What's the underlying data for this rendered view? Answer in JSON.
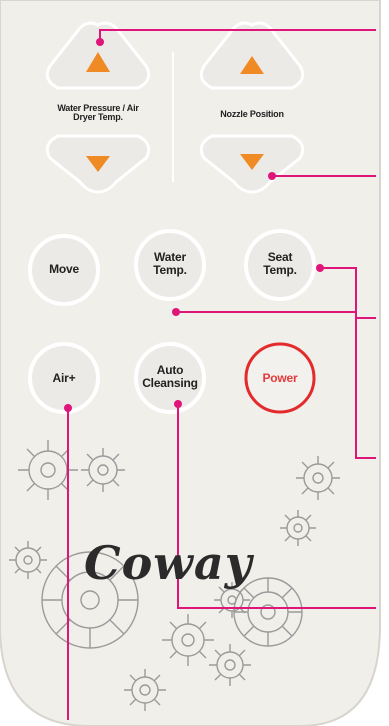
{
  "remote": {
    "water_pressure_label": "Water Pressure / Air Dryer Temp.",
    "nozzle_position_label": "Nozzle Position",
    "buttons": {
      "move": "Move",
      "water_temp": "Water Temp.",
      "seat_temp": "Seat Temp.",
      "air_plus": "Air+",
      "auto_cleansing": "Auto Cleansing",
      "power": "Power"
    },
    "brand": "Coway"
  },
  "colors": {
    "body": "#f1efea",
    "button_fill": "#eceae6",
    "arrow": "#f08a24",
    "power_ring": "#e32b2b",
    "callout": "#e0157a"
  }
}
